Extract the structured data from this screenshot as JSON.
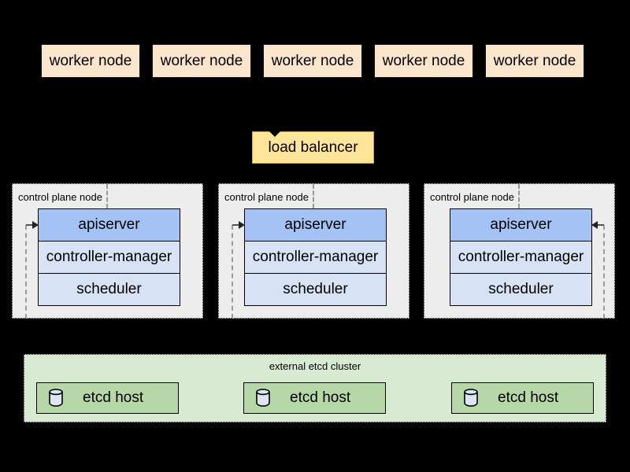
{
  "colors": {
    "background": "#000000",
    "worker_node_fill": "#fce5cd",
    "load_balancer_fill": "#ffe599",
    "control_plane_fill": "#ededed",
    "apiserver_fill": "#a4c2f4",
    "component_fill": "#d7e3f4",
    "etcd_cluster_fill": "#d9ead3",
    "etcd_host_fill": "#b6d7a8",
    "dashed_connector": "#999999",
    "text": "#000000"
  },
  "worker_nodes": [
    {
      "label": "worker node"
    },
    {
      "label": "worker node"
    },
    {
      "label": "worker node"
    },
    {
      "label": "worker node"
    },
    {
      "label": "worker node"
    }
  ],
  "load_balancer": {
    "label": "load balancer"
  },
  "control_plane_nodes": [
    {
      "title": "control plane node",
      "components": [
        "apiserver",
        "controller-manager",
        "scheduler"
      ]
    },
    {
      "title": "control plane node",
      "components": [
        "apiserver",
        "controller-manager",
        "scheduler"
      ]
    },
    {
      "title": "control plane node",
      "components": [
        "apiserver",
        "controller-manager",
        "scheduler"
      ]
    }
  ],
  "etcd_cluster": {
    "title": "external etcd cluster",
    "hosts": [
      {
        "label": "etcd host",
        "icon": "database-cylinder-icon"
      },
      {
        "label": "etcd host",
        "icon": "database-cylinder-icon"
      },
      {
        "label": "etcd host",
        "icon": "database-cylinder-icon"
      }
    ]
  }
}
